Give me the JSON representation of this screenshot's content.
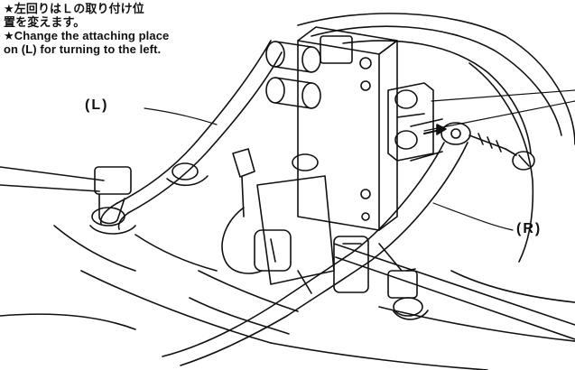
{
  "note": {
    "japanese": "★左回りはＬの取り付け位\n置を変えます。",
    "english": "★Change the attaching place\non (L) for turning to the left."
  },
  "labels": {
    "left": "(L)",
    "right": "(R)"
  },
  "colors": {
    "ink": "#111111",
    "paper": "#ffffff"
  }
}
